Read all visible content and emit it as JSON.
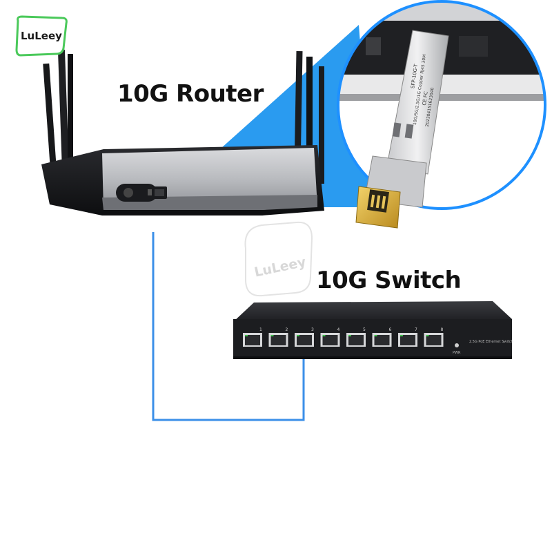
{
  "brand": {
    "logo_text": "LuLeey",
    "watermark_text": "LuLeey"
  },
  "labels": {
    "router": "10G Router",
    "switch": "10G Switch"
  },
  "sfp_module": {
    "model": "SFP-10G-T",
    "spec": "10G/5G/2.5G/1G Copper RJ45 30M",
    "marks": "CE FC",
    "serial": "202304151623040"
  },
  "switch_panel": {
    "port_numbers": [
      "1",
      "2",
      "3",
      "4",
      "5",
      "6",
      "7",
      "8"
    ],
    "title": "2.5G PoE Ethernet Switch",
    "power_label": "PWR"
  },
  "colors": {
    "accent_blue": "#1e90ff",
    "beam_blue": "#2a9bf0",
    "cable_blue": "#3b8fe8",
    "device_black": "#1c1d20"
  }
}
